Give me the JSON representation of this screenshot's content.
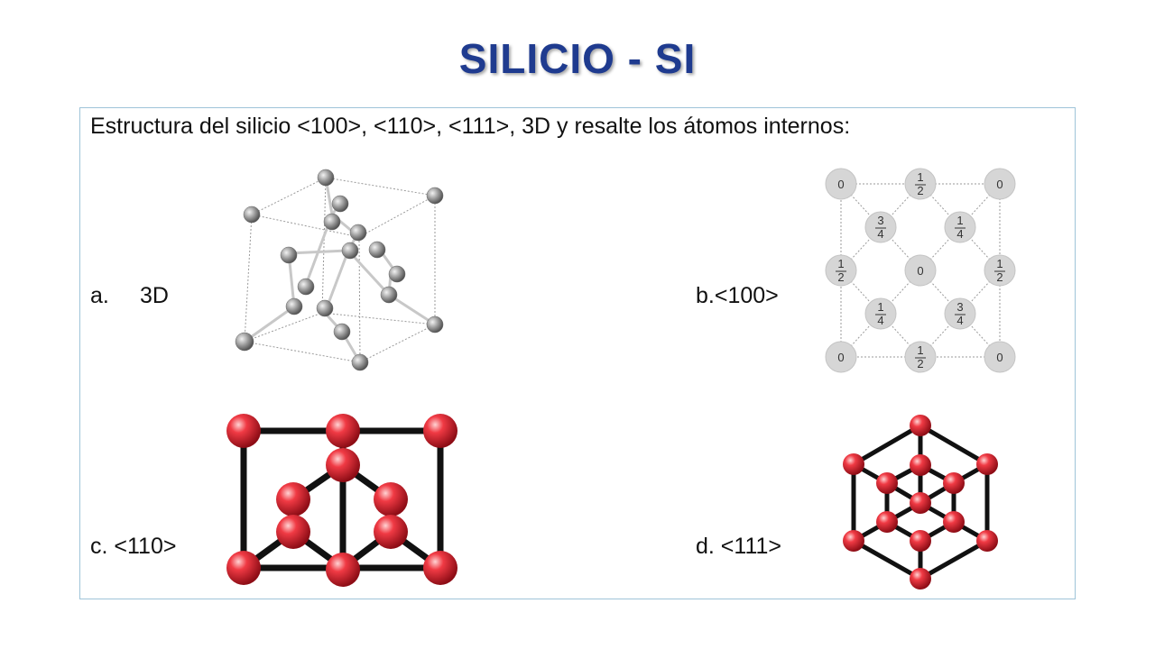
{
  "slide": {
    "title": "SILICIO - SI",
    "intro": "Estructura del silicio <100>, <110>, <111>, 3D y resalte los átomos internos:"
  },
  "labels": {
    "a_marker": "a.",
    "a_text": "3D",
    "b": "b.<100>",
    "c": "c. <110>",
    "d": "d. <111>"
  },
  "projection_100": {
    "values": {
      "zero": "0",
      "half": [
        "1",
        "2"
      ],
      "quarter": [
        "1",
        "4"
      ],
      "three_quarter": [
        "3",
        "4"
      ]
    }
  },
  "colors": {
    "title": "#1f3b8f",
    "border": "#9fc4d9",
    "atom_gray": "#8a8a8a",
    "atom_red": "#d81e2c",
    "projection_atom": "#d6d6d6"
  }
}
